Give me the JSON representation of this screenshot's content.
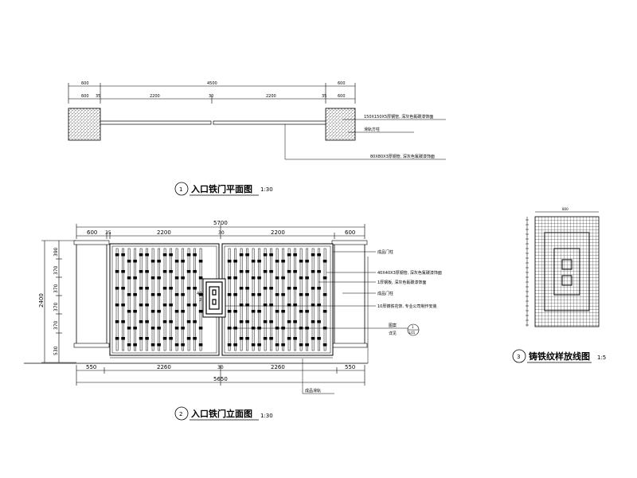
{
  "plan": {
    "title": "入口铁门平面图",
    "number": "1",
    "scale": "1:30",
    "dims_top": [
      "600",
      "4500",
      "600"
    ],
    "dims_second": [
      "600",
      "35",
      "2200",
      "30",
      "2200",
      "35",
      "600"
    ],
    "notes": [
      "150X150X5厚钢管, 深灰色氟碳漆饰面",
      "滑轨方柱",
      "80X80X3厚钢管, 深灰色氟碳漆饰面"
    ]
  },
  "elevation": {
    "title": "入口铁门立面图",
    "number": "2",
    "scale": "1:30",
    "dims_top": [
      "600",
      "35",
      "2200",
      "30",
      "2200",
      "600"
    ],
    "dim_total_top": "5700",
    "dims_bottom": [
      "550",
      "2260",
      "30",
      "2260",
      "550"
    ],
    "dim_total_bottom": "5650",
    "dims_left": [
      "390",
      "370",
      "370",
      "370",
      "370",
      "530"
    ],
    "dim_height": "2400",
    "inner_dims": [
      "40",
      "2"
    ],
    "notes": [
      "成品门柱",
      "40X40X3厚钢管, 深灰色氟碳漆饰面",
      "1厚钢板, 深灰色氟碳漆饰面",
      "成品门柱",
      "10厚铸铁花饰, 专业公司制作安装"
    ],
    "detail_ref": {
      "label": "图案",
      "top": "1",
      "bottom": "L01",
      "note": "详见"
    },
    "ground_note": "成品滑轨"
  },
  "pattern": {
    "title": "铸铁纹样放线图",
    "number": "3",
    "scale": "1:5",
    "top_dim": "800"
  }
}
